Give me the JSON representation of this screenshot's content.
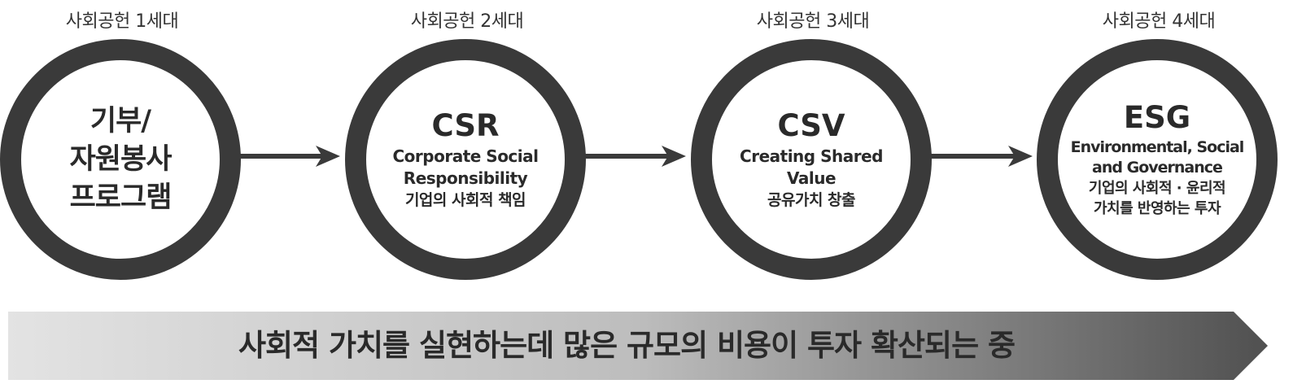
{
  "stages": [
    {
      "label": "사회공헌 1세대",
      "lines": [
        "기부/",
        "자원봉사",
        "프로그램"
      ]
    },
    {
      "label": "사회공헌 2세대",
      "acronym": "CSR",
      "english": [
        "Corporate Social",
        "Responsibility"
      ],
      "korean": [
        "기업의 사회적 책임"
      ]
    },
    {
      "label": "사회공헌 3세대",
      "acronym": "CSV",
      "english": [
        "Creating Shared",
        "Value"
      ],
      "korean": [
        "공유가치 창출"
      ]
    },
    {
      "label": "사회공헌 4세대",
      "acronym": "ESG",
      "english": [
        "Environmental, Social",
        "and Governance"
      ],
      "korean": [
        "기업의 사회적 · 윤리적",
        "가치를 반영하는 투자"
      ]
    }
  ],
  "banner": {
    "text": "사회적 가치를 실현하는데 많은 규모의 비용이 투자 확산되는 중"
  },
  "colors": {
    "ring": "#3a3a3a",
    "arrow": "#3a3a3a",
    "banner_start": "#e3e3e3",
    "banner_end": "#505050",
    "text": "#2a2a2a"
  }
}
